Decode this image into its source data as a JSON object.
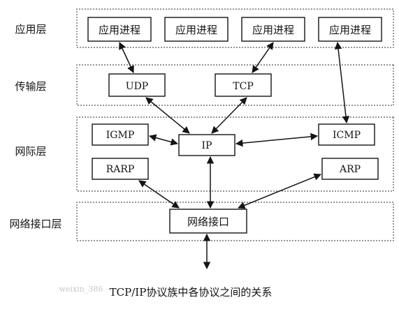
{
  "mirrored": true,
  "caption": "TCP/IP协议族中各协议之间的关系",
  "watermark": "weixin_386",
  "layers": {
    "application": {
      "label": "应用层",
      "processes": [
        "应用进程",
        "应用进程",
        "应用进程",
        "应用进程"
      ]
    },
    "transport": {
      "label": "传输层",
      "protocols": {
        "udp": "UDP",
        "tcp": "TCP"
      }
    },
    "network": {
      "label": "网际层",
      "protocols": {
        "igmp": "IGMP",
        "icmp": "ICMP",
        "ip": "IP",
        "rarp": "RARP",
        "arp": "ARP"
      }
    },
    "interface": {
      "label": "网络接口层",
      "box": "网络接口"
    }
  },
  "arrows": [
    {
      "from": "application.processes.0",
      "to": "transport.udp",
      "type": "bidirectional"
    },
    {
      "from": "application.processes.2",
      "to": "transport.tcp",
      "type": "bidirectional"
    },
    {
      "from": "application.processes.3",
      "to": "network.icmp",
      "type": "bidirectional"
    },
    {
      "from": "transport.udp",
      "to": "network.ip",
      "type": "bidirectional"
    },
    {
      "from": "transport.tcp",
      "to": "network.ip",
      "type": "bidirectional"
    },
    {
      "from": "network.igmp",
      "to": "network.ip",
      "type": "bidirectional"
    },
    {
      "from": "network.icmp",
      "to": "network.ip",
      "type": "bidirectional"
    },
    {
      "from": "network.ip",
      "to": "interface.box",
      "type": "bidirectional"
    },
    {
      "from": "network.rarp",
      "to": "interface.box",
      "type": "bidirectional"
    },
    {
      "from": "network.arp",
      "to": "interface.box",
      "type": "bidirectional"
    },
    {
      "from": "interface.box",
      "to": "physical-network",
      "type": "bidirectional"
    }
  ]
}
